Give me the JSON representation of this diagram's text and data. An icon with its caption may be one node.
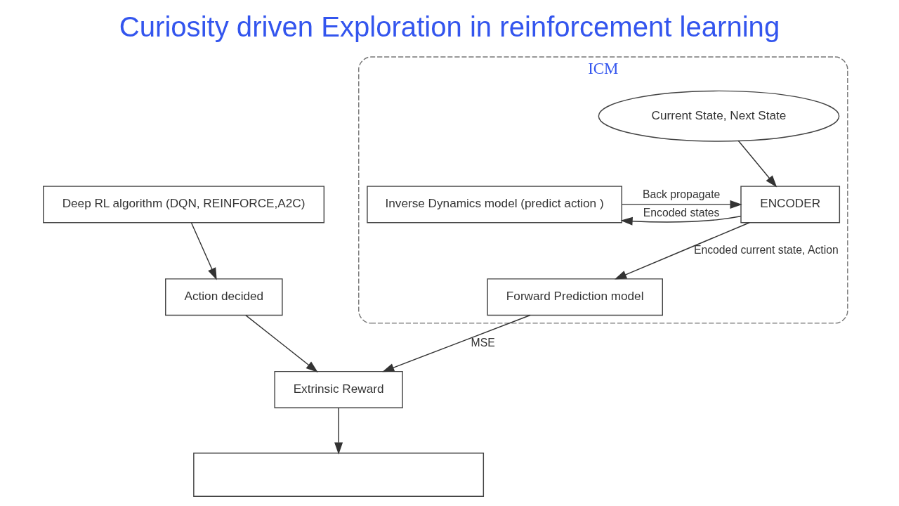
{
  "diagram": {
    "title": "Curiosity driven Exploration in reinforcement learning",
    "nodes": [
      {
        "text": [
          "Deep RL algorithm (DQN, REINFORCE,A2C)"
        ]
      },
      {
        "text": [
          "ICM"
        ]
      },
      {
        "text": [
          "Current State, Next State"
        ],
        "in": 1
      },
      {
        "text": [
          "ENCODER"
        ],
        "in": 1
      },
      {
        "text": [
          "Inverse Dynamics model (predict action )"
        ],
        "in": 1
      },
      {
        "text": [
          "Action decided"
        ]
      },
      {
        "text": [
          "Forward Prediction model"
        ],
        "in": 1
      },
      {
        "text": [
          "Extrinsic Reward"
        ]
      },
      {
        "text": [],
        "shape": "box"
      }
    ],
    "edges": [
      {
        "from": 0,
        "to": 5,
        "arrow": "to"
      },
      {
        "from": 2,
        "to": 3,
        "arrow": "to"
      },
      {
        "from": 3,
        "to": 4,
        "arrow": "to",
        "label": "Encoded states"
      },
      {
        "from": 4,
        "to": 3,
        "arrow": "to",
        "label": "Back propagate"
      },
      {
        "from": 3,
        "to": 6,
        "arrow": "to",
        "label": "Encoded current state, Action"
      },
      {
        "from": 5,
        "to": 7,
        "arrow": "to"
      },
      {
        "from": 6,
        "to": 7,
        "arrow": "to",
        "label": "MSE"
      },
      {
        "from": 7,
        "to": 8,
        "arrow": "to"
      }
    ]
  }
}
